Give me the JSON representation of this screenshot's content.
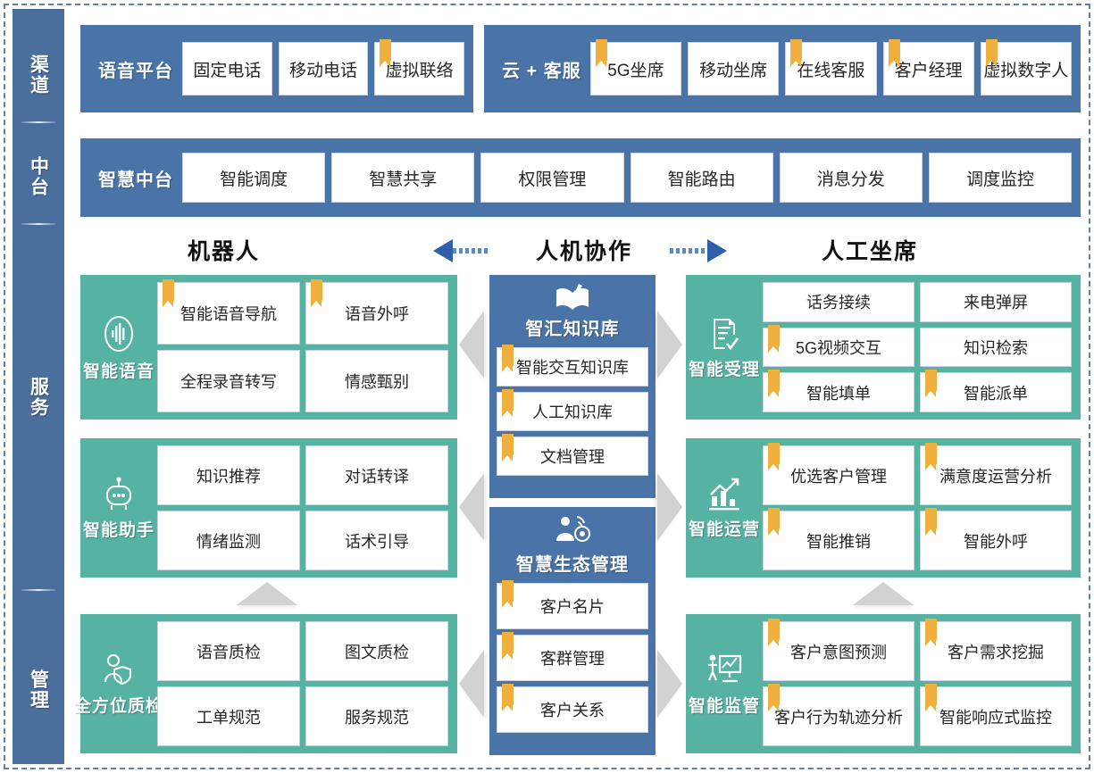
{
  "rail": {
    "segments": [
      {
        "label": "渠道"
      },
      {
        "label": "中台"
      },
      {
        "label": "服务"
      },
      {
        "label": "管理"
      }
    ]
  },
  "colors": {
    "blue": "#4a74a8",
    "rail_blue": "#4a6f9c",
    "teal": "#56b3a4",
    "bookmark_gold": "#f0b040",
    "arrow_blue": "#2f5fa8",
    "grey_arrow": "#d2d2d2",
    "frame_dash": "#5f7fa8"
  },
  "channel": {
    "voice_platform": {
      "title": "语音平台",
      "items": [
        {
          "label": "固定电话",
          "bookmark": false
        },
        {
          "label": "移动电话",
          "bookmark": false
        },
        {
          "label": "虚拟联络",
          "bookmark": true
        }
      ]
    },
    "cloud_service": {
      "title": "云 + 客服",
      "items": [
        {
          "label": "5G坐席",
          "bookmark": true
        },
        {
          "label": "移动坐席",
          "bookmark": false
        },
        {
          "label": "在线客服",
          "bookmark": true
        },
        {
          "label": "客户经理",
          "bookmark": true
        },
        {
          "label": "虚拟数字人",
          "bookmark": true
        }
      ]
    }
  },
  "middle_platform": {
    "title": "智慧中台",
    "items": [
      {
        "label": "智能调度"
      },
      {
        "label": "智慧共享"
      },
      {
        "label": "权限管理"
      },
      {
        "label": "智能路由"
      },
      {
        "label": "消息分发"
      },
      {
        "label": "调度监控"
      }
    ]
  },
  "collab_header": {
    "left_label": "机器人",
    "center_label": "人机协作",
    "right_label": "人工坐席"
  },
  "left_panels": [
    {
      "name": "智能语音",
      "icon": "voice-wave-icon",
      "grid": "2x2",
      "items": [
        {
          "label": "智能语音导航",
          "bookmark": true
        },
        {
          "label": "语音外呼",
          "bookmark": true
        },
        {
          "label": "全程录音转写",
          "bookmark": false
        },
        {
          "label": "情感甄别",
          "bookmark": false
        }
      ]
    },
    {
      "name": "智能助手",
      "icon": "robot-icon",
      "grid": "2x2",
      "items": [
        {
          "label": "知识推荐",
          "bookmark": false
        },
        {
          "label": "对话转译",
          "bookmark": false
        },
        {
          "label": "情绪监测",
          "bookmark": false
        },
        {
          "label": "话术引导",
          "bookmark": false
        }
      ]
    },
    {
      "name": "全方位质检",
      "icon": "person-shield-icon",
      "grid": "2x2",
      "items": [
        {
          "label": "语音质检",
          "bookmark": false
        },
        {
          "label": "图文质检",
          "bookmark": false
        },
        {
          "label": "工单规范",
          "bookmark": false
        },
        {
          "label": "服务规范",
          "bookmark": false
        }
      ]
    }
  ],
  "center_panels": [
    {
      "title": "智汇知识库",
      "icon": "open-book-icon",
      "items": [
        {
          "label": "智能交互知识库",
          "bookmark": true
        },
        {
          "label": "人工知识库",
          "bookmark": true
        },
        {
          "label": "文档管理",
          "bookmark": true
        }
      ]
    },
    {
      "title": "智慧生态管理",
      "icon": "person-network-icon",
      "items": [
        {
          "label": "客户名片",
          "bookmark": true
        },
        {
          "label": "客群管理",
          "bookmark": true
        },
        {
          "label": "客户关系",
          "bookmark": true
        }
      ]
    }
  ],
  "right_panels": [
    {
      "name": "智能受理",
      "icon": "document-check-icon",
      "grid": "2x3",
      "items": [
        {
          "label": "话务接续",
          "bookmark": false
        },
        {
          "label": "来电弹屏",
          "bookmark": false
        },
        {
          "label": "5G视频交互",
          "bookmark": true
        },
        {
          "label": "知识检索",
          "bookmark": false
        },
        {
          "label": "智能填单",
          "bookmark": true
        },
        {
          "label": "智能派单",
          "bookmark": true
        }
      ]
    },
    {
      "name": "智能运营",
      "icon": "growth-chart-icon",
      "grid": "2x2",
      "items": [
        {
          "label": "优选客户管理",
          "bookmark": true
        },
        {
          "label": "满意度运营分析",
          "bookmark": true
        },
        {
          "label": "智能推销",
          "bookmark": true
        },
        {
          "label": "智能外呼",
          "bookmark": true
        }
      ]
    },
    {
      "name": "智能监管",
      "icon": "presenter-board-icon",
      "grid": "2x2",
      "items": [
        {
          "label": "客户意图预测",
          "bookmark": true
        },
        {
          "label": "客户需求挖掘",
          "bookmark": true
        },
        {
          "label": "客户行为轨迹分析",
          "bookmark": true
        },
        {
          "label": "智能响应式监控",
          "bookmark": true
        }
      ]
    }
  ]
}
